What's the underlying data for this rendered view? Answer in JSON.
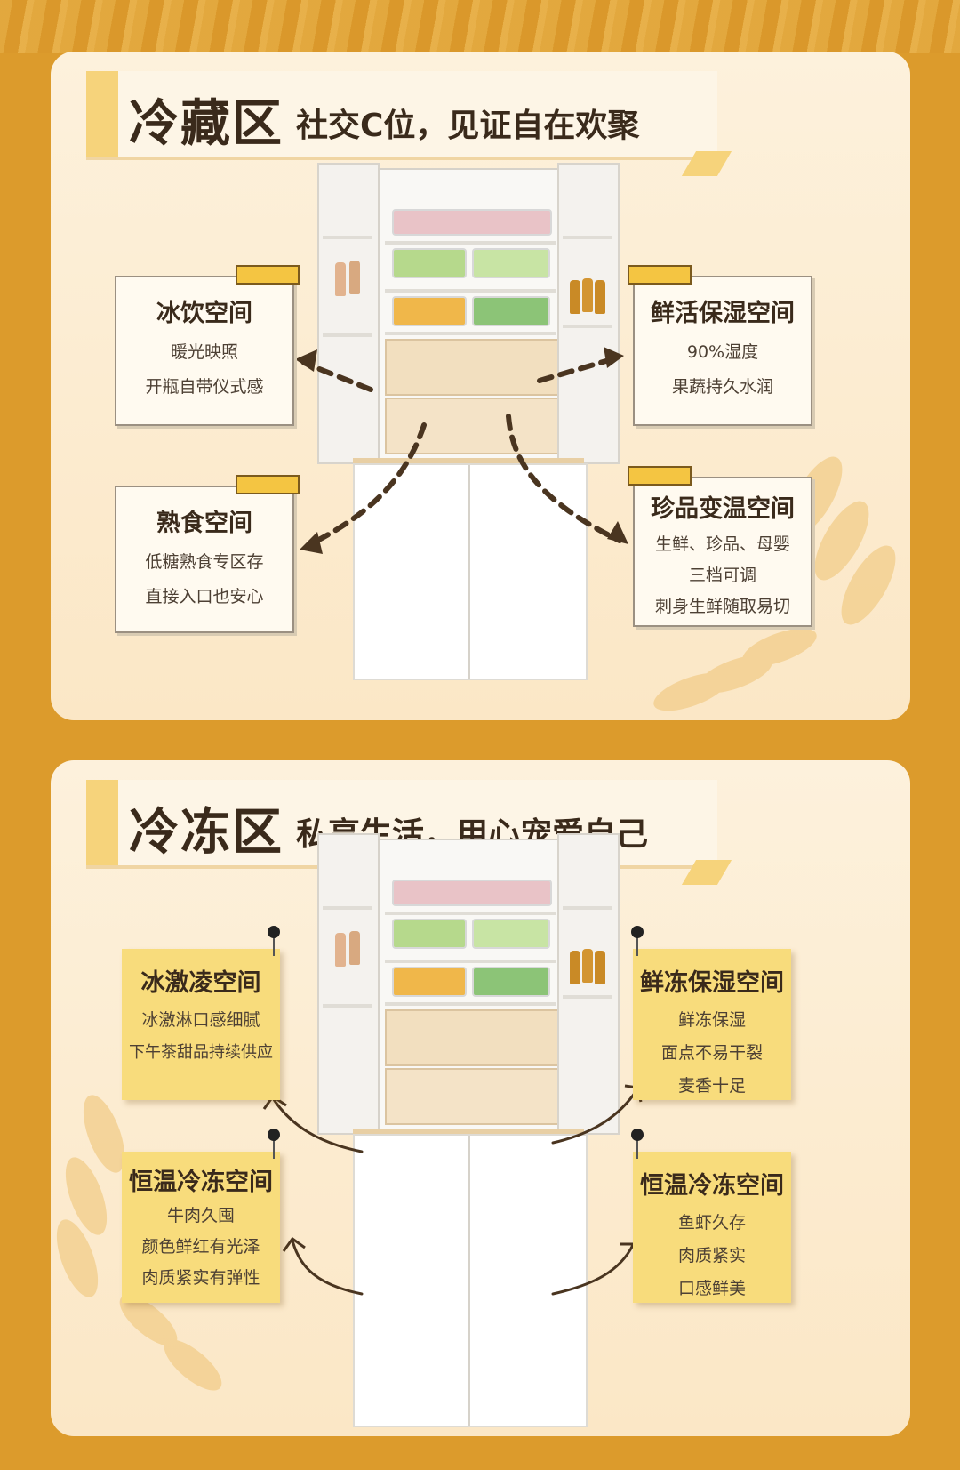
{
  "refrigeration": {
    "title": "冷藏区",
    "subtitle": "社交C位，见证自在欢聚",
    "cards": [
      {
        "id": "ice-drink",
        "title": "冰饮空间",
        "lines": [
          "暖光映照",
          "开瓶自带仪式感"
        ]
      },
      {
        "id": "fresh-humid",
        "title": "鲜活保湿空间",
        "lines": [
          "90%湿度",
          "果蔬持久水润"
        ]
      },
      {
        "id": "cooked",
        "title": "熟食空间",
        "lines": [
          "低糖熟食专区存",
          "直接入口也安心"
        ]
      },
      {
        "id": "variable",
        "title": "珍品变温空间",
        "lines": [
          "生鲜、珍品、母婴",
          "三档可调",
          "刺身生鲜随取易切"
        ]
      }
    ]
  },
  "freezer": {
    "title": "冷冻区",
    "subtitle": "私享生活，用心宠爱自己",
    "notes": [
      {
        "id": "ice-cream",
        "title": "冰激凌空间",
        "lines": [
          "冰激淋口感细腻",
          "下午茶甜品持续供应"
        ]
      },
      {
        "id": "fresh-freeze",
        "title": "鲜冻保湿空间",
        "lines": [
          "鲜冻保湿",
          "面点不易干裂",
          "麦香十足"
        ]
      },
      {
        "id": "const-beef",
        "title": "恒温冷冻空间",
        "lines": [
          "牛肉久囤",
          "颜色鲜红有光泽",
          "肉质紧实有弹性"
        ]
      },
      {
        "id": "const-fish",
        "title": "恒温冷冻空间",
        "lines": [
          "鱼虾久存",
          "肉质紧实",
          "口感鲜美"
        ]
      }
    ]
  },
  "colors": {
    "background": "#dc9b2c",
    "panel": "#fdf1dc",
    "accent_yellow": "#f4c542",
    "sticky": "#f8dc7c",
    "text_dark": "#3a2a1b"
  }
}
